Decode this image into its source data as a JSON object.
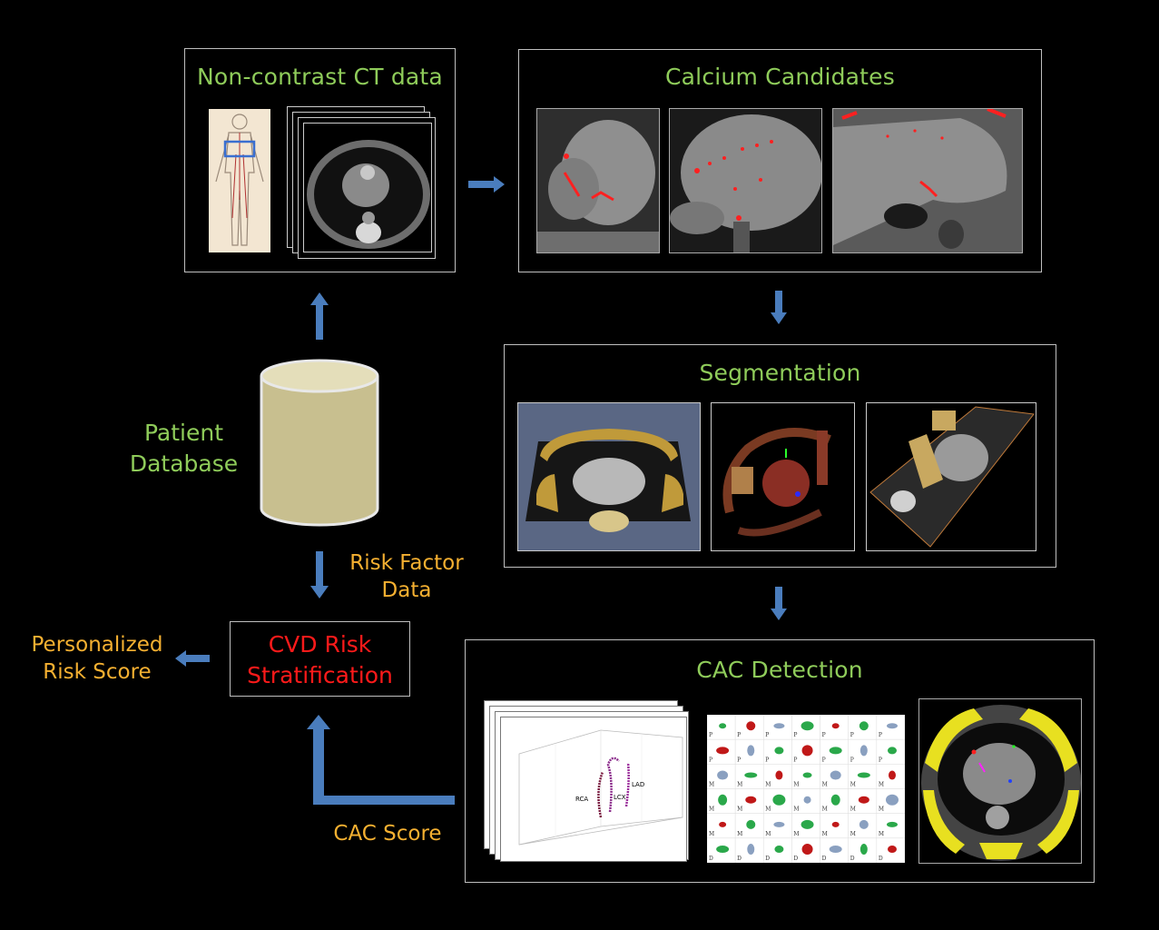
{
  "nodes": {
    "ct_data": {
      "title": "Non-contrast CT data"
    },
    "calcium": {
      "title": "Calcium Candidates"
    },
    "segmentation": {
      "title": "Segmentation"
    },
    "cac_detection": {
      "title": "CAC Detection"
    },
    "database": {
      "line1": "Patient",
      "line2": "Database"
    },
    "cvd": {
      "line1": "CVD Risk",
      "line2": "Stratification"
    }
  },
  "edge_labels": {
    "risk_factor": {
      "line1": "Risk Factor",
      "line2": "Data"
    },
    "personalized": {
      "line1": "Personalized",
      "line2": "Risk Score"
    },
    "cac_score": "CAC Score"
  },
  "plot_labels": {
    "rca": "RCA",
    "lcx": "LCX",
    "lad": "LAD"
  },
  "grid_row_letters": [
    "P",
    "P",
    "M",
    "M",
    "M",
    "D"
  ],
  "colors": {
    "title_green": "#8fcc5a",
    "label_orange": "#f5b031",
    "cvd_red": "#ff1a1a",
    "arrow_blue": "#4a7dbd",
    "cylinder_fill": "#c8bf8f"
  }
}
